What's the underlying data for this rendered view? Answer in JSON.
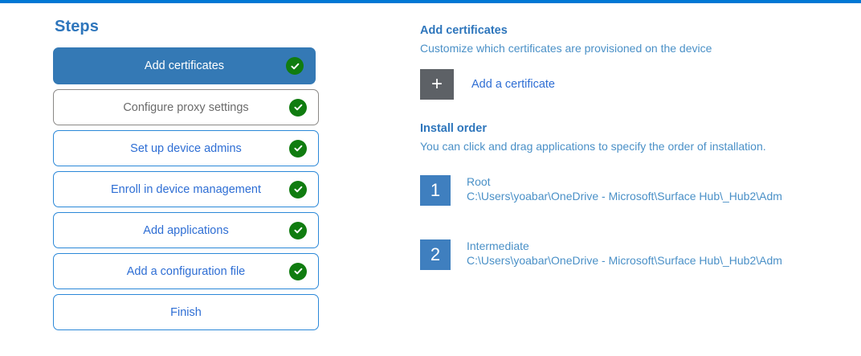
{
  "theme": {
    "accent_blue": "#0078d4",
    "active_step_bg": "#3479b5",
    "link_blue": "#2e6ed4",
    "heading_blue": "#2e76bc",
    "subtext_blue": "#4a90c7",
    "check_green": "#107c10",
    "number_badge_blue": "#3f7fbf",
    "add_square_gray": "#5d6166",
    "visited_gray": "#8a8886"
  },
  "steps_panel": {
    "title": "Steps",
    "items": [
      {
        "label": "Add certificates",
        "state": "active",
        "completed": true
      },
      {
        "label": "Configure proxy settings",
        "state": "visited",
        "completed": true
      },
      {
        "label": "Set up device admins",
        "state": "plain",
        "completed": true
      },
      {
        "label": "Enroll in device management",
        "state": "plain",
        "completed": true
      },
      {
        "label": "Add applications",
        "state": "plain",
        "completed": true
      },
      {
        "label": "Add a configuration file",
        "state": "plain",
        "completed": true
      },
      {
        "label": "Finish",
        "state": "plain",
        "completed": false
      }
    ]
  },
  "detail": {
    "title": "Add certificates",
    "subtitle": "Customize which certificates are provisioned on the device",
    "add_certificate": {
      "icon": "plus-icon",
      "glyph": "+",
      "label": "Add a certificate"
    },
    "install_order": {
      "title": "Install order",
      "description": "You can click and drag applications to specify the order of installation.",
      "items": [
        {
          "number": "1",
          "name": "Root",
          "path": "C:\\Users\\yoabar\\OneDrive - Microsoft\\Surface Hub\\_Hub2\\Adm"
        },
        {
          "number": "2",
          "name": "Intermediate",
          "path": "C:\\Users\\yoabar\\OneDrive - Microsoft\\Surface Hub\\_Hub2\\Adm"
        }
      ]
    }
  }
}
